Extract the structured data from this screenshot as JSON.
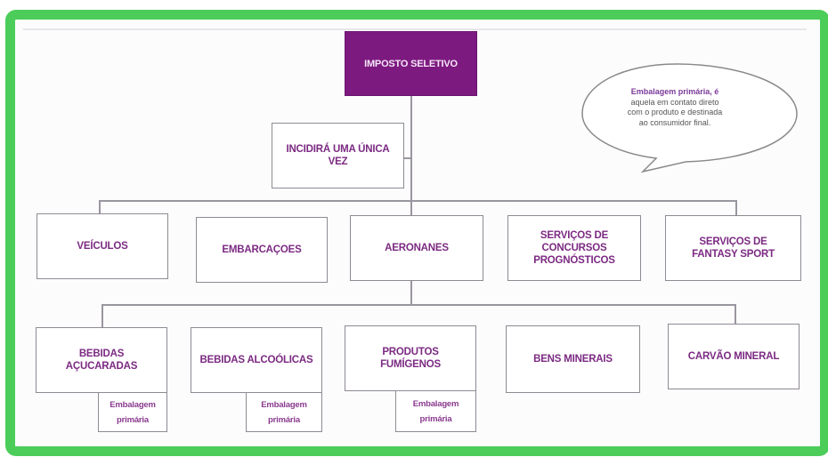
{
  "diagram": {
    "root": "IMPOSTO SELETIVO",
    "note": "INCIDIRÁ UMA ÚNICA VEZ",
    "callout": {
      "title": "Embalagem primária, é",
      "body": [
        "aquela em contato direto",
        "com o produto e destinada",
        "ao consumidor final."
      ]
    },
    "level1": [
      "VEÍCULOS",
      "EMBARCAÇOES",
      "AERONANES",
      "SERVIÇOS DE CONCURSOS PROGNÓSTICOS",
      "SERVIÇOS DE FANTASY SPORT"
    ],
    "level2": [
      "BEBIDAS AÇUCARADAS",
      "BEBIDAS ALCOÓLICAS",
      "PRODUTOS FUMÍGENOS",
      "BENS MINERAIS",
      "CARVÃO MINERAL"
    ],
    "sub_label": "Embalagem primária",
    "colors": {
      "frame": "#4ccd5a",
      "root_fill": "#7d1a80",
      "text": "#7b2a82"
    }
  }
}
